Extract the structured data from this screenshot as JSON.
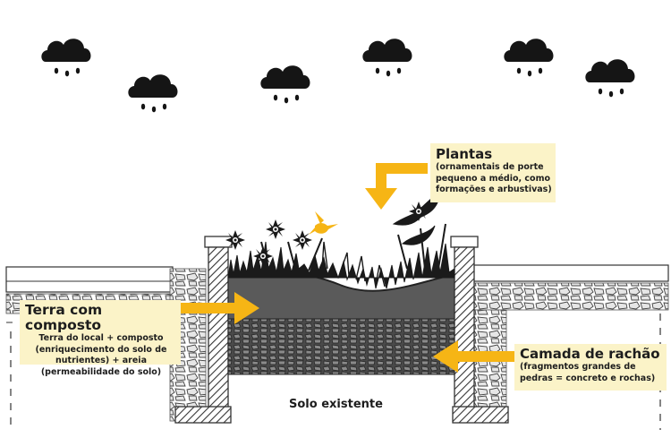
{
  "labels": {
    "plantas": {
      "title": "Plantas",
      "lines": [
        "(ornamentais de porte",
        "pequeno a médio, como",
        "formações e arbustivas)"
      ]
    },
    "terra": {
      "title": "Terra com composto",
      "lines": [
        "Terra do local + composto",
        "(enriquecimento do solo de",
        "nutrientes) + areia",
        "(permeabilidade do solo)"
      ]
    },
    "rachao": {
      "title": "Camada de rachão",
      "lines": [
        "(fragmentos grandes de",
        "pedras = concreto e rochas)"
      ]
    },
    "solo": "Solo existente"
  },
  "colors": {
    "label_bg": "#fbf3c8",
    "arrow": "#f6b515",
    "soil": "#5a5a5a",
    "plant": "#1a1a1a",
    "cloud": "#151515",
    "bird": "#f6b515"
  },
  "icons": [
    "rain-cloud-icon",
    "hummingbird-icon",
    "flower-icon",
    "arrow-icon"
  ]
}
